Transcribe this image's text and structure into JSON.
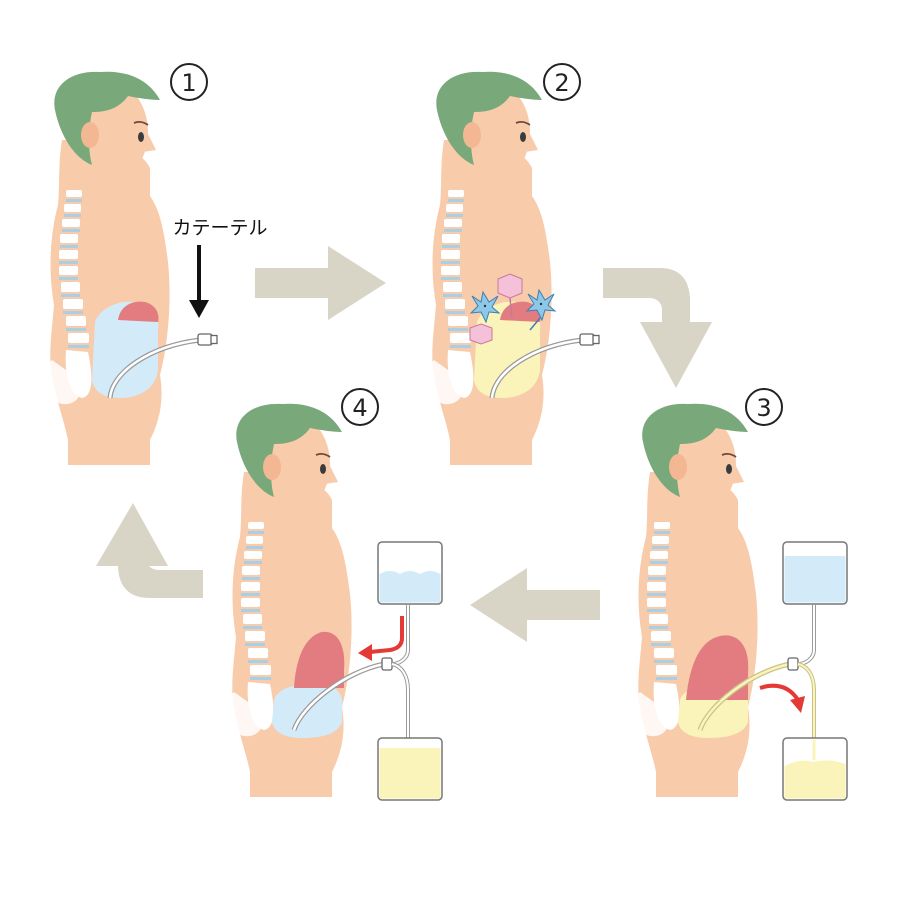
{
  "steps": [
    {
      "number": "①"
    },
    {
      "number": "②"
    },
    {
      "number": "③"
    },
    {
      "number": "④"
    }
  ],
  "catheter_label": "カテーテル",
  "colors": {
    "skin": "#F8CBAB",
    "hair": "#79A97A",
    "spine_bone": "#FFFFFF",
    "spine_disc": "#A9CFE7",
    "diaphragm": "#E27C80",
    "fresh_fluid": "#D3EAF8",
    "waste_fluid": "#FBF4BA",
    "arrow_gray": "#D8D5C6",
    "flow_arrow": "#E53935",
    "outline": "#444444"
  }
}
